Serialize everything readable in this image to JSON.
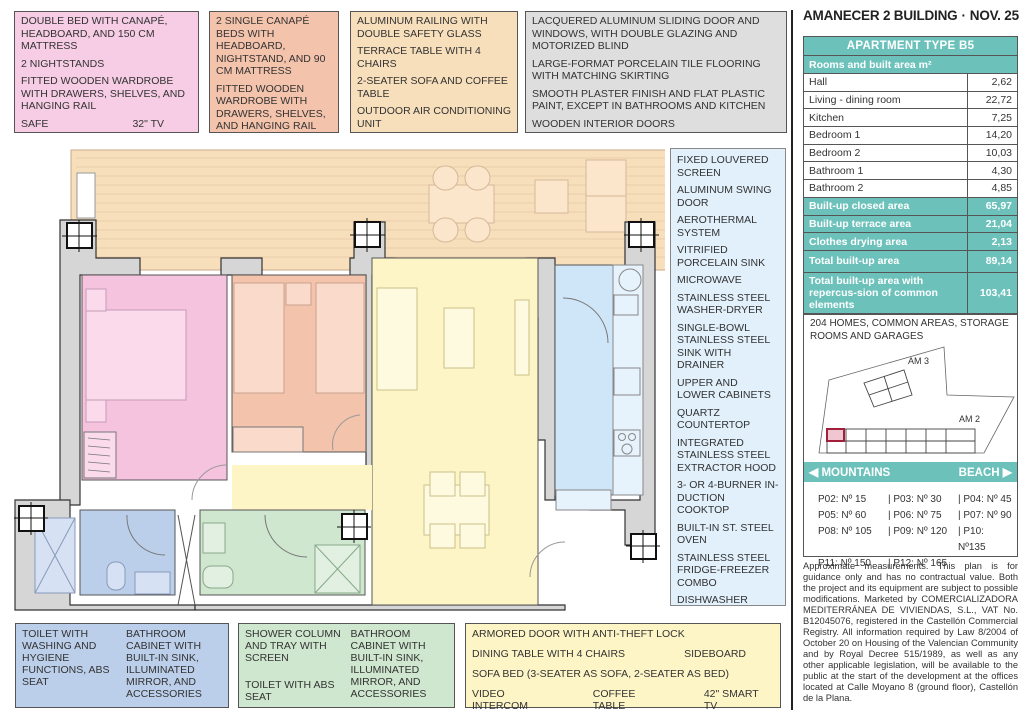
{
  "header": {
    "building": "AMANECER 2 BUILDING",
    "separator": "·",
    "date": "NOV. 25",
    "language_icon": "uk-flag-icon"
  },
  "feature_boxes": {
    "bedroom1": {
      "color": "#f6cde4",
      "items": [
        "DOUBLE BED WITH CANAPÉ, HEADBOARD, AND 150 CM MATTRESS",
        "2 NIGHTSTANDS",
        "FITTED WOODEN WARDROBE WITH DRAWERS, SHELVES, AND HANGING RAIL"
      ],
      "bottom_left": "SAFE",
      "bottom_right": "32\" TV"
    },
    "bedroom2": {
      "color": "#f4c3ab",
      "items": [
        "2 SINGLE CANAPÉ BEDS WITH HEADBOARD, NIGHTSTAND, AND 90 CM MATTRESS",
        "FITTED WOODEN WARDROBE WITH DRAWERS, SHELVES, AND HANGING RAIL"
      ]
    },
    "terrace": {
      "color": "#f8dfbc",
      "items": [
        "ALUMINUM RAILING WITH DOUBLE SAFETY GLASS",
        "TERRACE TABLE WITH 4 CHAIRS",
        "2-SEATER SOFA AND COFFEE TABLE",
        "OUTDOOR AIR CONDITIONING UNIT"
      ]
    },
    "general": {
      "color": "#dedede",
      "items": [
        "LACQUERED ALUMINUM SLIDING DOOR AND WINDOWS, WITH DOUBLE GLAZING AND MOTORIZED BLIND",
        "LARGE-FORMAT PORCELAIN TILE FLOORING WITH MATCHING SKIRTING",
        "SMOOTH PLASTER FINISH AND FLAT PLASTIC PAINT, EXCEPT IN BATHROOMS AND KITCHEN",
        "WOODEN INTERIOR DOORS"
      ]
    },
    "kitchen": {
      "color": "#e1f0fb",
      "items": [
        "FIXED LOUVERED SCREEN",
        "ALUMINUM SWING DOOR",
        "AEROTHERMAL SYSTEM",
        "VITRIFIED PORCELAIN SINK",
        "MICROWAVE",
        "STAINLESS STEEL WASHER-DRYER",
        "SINGLE-BOWL STAINLESS STEEL SINK WITH DRAINER",
        "UPPER AND LOWER CABINETS",
        "QUARTZ COUNTERTOP",
        "INTEGRATED STAINLESS STEEL EXTRACTOR HOOD",
        "3- OR 4-BURNER IN-DUCTION COOKTOP",
        "BUILT-IN ST. STEEL OVEN",
        "STAINLESS STEEL FRIDGE-FREEZER COMBO",
        "DISHWASHER"
      ]
    },
    "bathroom1": {
      "color": "#bccfea",
      "left": "TOILET WITH WASHING AND HYGIENE FUNCTIONS, ABS SEAT",
      "right": "BATHROOM CABINET WITH BUILT-IN SINK, ILLUMINATED MIRROR, AND ACCESSORIES"
    },
    "bathroom2": {
      "color": "#cfe6cf",
      "left1": "SHOWER COLUMN AND TRAY WITH SCREEN",
      "left2": "TOILET WITH ABS SEAT",
      "right": "BATHROOM CABINET WITH BUILT-IN SINK, ILLUMINATED MIRROR, AND ACCESSORIES"
    },
    "living": {
      "color": "#fdf5c6",
      "line1": "ARMORED DOOR WITH ANTI-THEFT LOCK",
      "line2_left": "DINING TABLE WITH 4 CHAIRS",
      "line2_right": "SIDEBOARD",
      "line3": "SOFA BED (3-SEATER AS SOFA, 2-SEATER AS BED)",
      "line4": [
        "VIDEO INTERCOM",
        "COFFEE TABLE",
        "42\" SMART TV"
      ]
    }
  },
  "area_table": {
    "title": "APARTMENT TYPE B5",
    "subtitle": "Rooms and built area m²",
    "rooms": [
      {
        "name": "Hall",
        "area": "2,62"
      },
      {
        "name": "Living - dining room",
        "area": "22,72"
      },
      {
        "name": "Kitchen",
        "area": "7,25"
      },
      {
        "name": "Bedroom 1",
        "area": "14,20"
      },
      {
        "name": "Bedroom 2",
        "area": "10,03"
      },
      {
        "name": "Bathroom 1",
        "area": "4,30"
      },
      {
        "name": "Bathroom 2",
        "area": "4,85"
      }
    ],
    "totals": [
      {
        "name": "Built-up closed area",
        "area": "65,97"
      },
      {
        "name": "Built-up terrace area",
        "area": "21,04"
      },
      {
        "name": "Clothes drying area",
        "area": "2,13"
      },
      {
        "name": "Total built-up area",
        "area": "89,14"
      },
      {
        "name": "Total built-up area with repercus-sion of common elements",
        "area": "103,41"
      }
    ],
    "accent_color": "#6cc2bb"
  },
  "site_plan": {
    "title": "204 HOMES, COMMON AREAS, STORAGE ROOMS AND GARAGES",
    "labels": {
      "am3": "AM 3",
      "am2": "AM 2"
    },
    "highlight_color": "#a0203a",
    "direction_left": "MOUNTAINS",
    "direction_right": "BEACH",
    "floors": [
      "P02: Nº 15",
      "| P03: Nº 30",
      "| P04: Nº 45",
      "P05: Nº 60",
      "| P06: Nº 75",
      "| P07: Nº 90",
      "P08: Nº 105",
      "| P09: Nº 120",
      "| P10: Nº135",
      "P11: Nº 150",
      "| P12: Nº 165",
      ""
    ]
  },
  "disclaimer": "Approximate measurements. This plan is for guidance only and has no contractual value. Both the project and its equipment are subject to possible modifications. Marketed by COMERCIALIZADORA MEDITERRÁNEA DE VIVIENDAS, S.L., VAT No. B12045076, registered in the Castellón Commercial Registry. All information required by Law 8/2004 of October 20 on Housing of the Valencian Community and by Royal Decree 515/1989, as well as any other applicable legislation, will be available to the public at the start of the development at the offices located at Calle Moyano 8 (ground floor), Castellón de la Plana.",
  "floorplan_colors": {
    "terrace": "#f8dfbc",
    "bedroom1": "#f6c3df",
    "bedroom2": "#f4c3ab",
    "living": "#fdf5c6",
    "kitchen": "#cfe6f8",
    "bathroom1": "#bccfea",
    "bathroom2": "#cfe6cf",
    "wall": "#d6d6d6"
  }
}
